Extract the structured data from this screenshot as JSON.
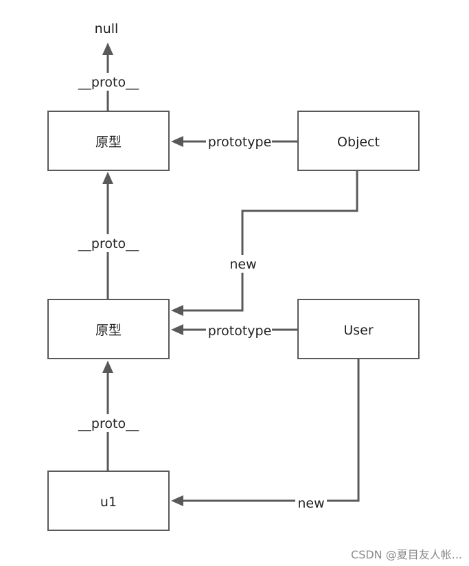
{
  "nodes": {
    "top_prototype": "原型",
    "object": "Object",
    "mid_prototype": "原型",
    "user": "User",
    "u1": "u1"
  },
  "terminal": {
    "null": "null"
  },
  "edges": {
    "proto_top": "__proto__",
    "prototype_object": "prototype",
    "proto_mid": "__proto__",
    "new_object": "new",
    "prototype_user": "prototype",
    "proto_bottom": "__proto__",
    "new_user": "new"
  },
  "watermark": "CSDN @夏目友人帐..."
}
